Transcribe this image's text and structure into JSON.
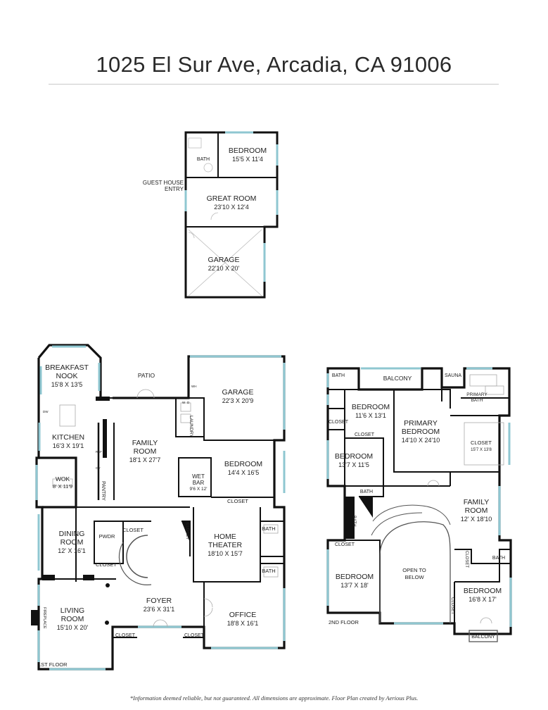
{
  "title": "1025 El Sur Ave, Arcadia, CA 91006",
  "footer": "*Information deemed reliable, but not guaranteed. All dimensions are approximate. Floor Plan created by Aerious Plus.",
  "colors": {
    "wall": "#111111",
    "window": "#8fc7d1",
    "rule": "#c9c9c9"
  },
  "guest_house": {
    "bath": "BATH",
    "bedroom": {
      "name": "BEDROOM",
      "dim": "15'5 X 11'4"
    },
    "entry": [
      "GUEST HOUSE",
      "ENTRY"
    ],
    "great_room": {
      "name": "GREAT ROOM",
      "dim": "23'10 X 12'4"
    },
    "garage": {
      "name": "GARAGE",
      "dim": "22'10 X 20'"
    }
  },
  "first_floor": {
    "label": "1ST FLOOR",
    "breakfast": {
      "name1": "BREAKFAST",
      "name2": "NOOK",
      "dim": "15'8 X 13'5"
    },
    "patio": "PATIO",
    "garage": {
      "name": "GARAGE",
      "dim": "22'3 X 20'9"
    },
    "kitchen": {
      "name": "KITCHEN",
      "dim": "16'3 X 19'1"
    },
    "family": {
      "name1": "FAMILY",
      "name2": "ROOM",
      "dim": "18'1 X 27'7"
    },
    "laundry": "LAUNDRY",
    "bedroom": {
      "name": "BEDROOM",
      "dim": "14'4 X 16'5"
    },
    "wok": {
      "name": "WOK",
      "dim": "8' X 11'9"
    },
    "pantry": "PANTRY",
    "wetbar": {
      "name1": "WET",
      "name2": "BAR",
      "dim": "9'6 X 12'"
    },
    "closet": "CLOSET",
    "dining": {
      "name1": "DINING",
      "name2": "ROOM",
      "dim": "12' X 16'1"
    },
    "pwdr": "PWDR",
    "home_theater": {
      "name1": "HOME",
      "name2": "THEATER",
      "dim": "18'10 X 15'7"
    },
    "bath": "BATH",
    "foyer": {
      "name": "FOYER",
      "dim": "23'6 X 31'1"
    },
    "office": {
      "name": "OFFICE",
      "dim": "18'8 X 16'1"
    },
    "living": {
      "name1": "LIVING",
      "name2": "ROOM",
      "dim": "15'10 X 20'"
    },
    "fireplace": "FIREPLACE",
    "small": {
      "dw": "DW",
      "ref": "REF",
      "ov": "OV",
      "w": "W",
      "d": "D",
      "wh": "WH"
    }
  },
  "second_floor": {
    "label": "2ND FLOOR",
    "bath": "BATH",
    "balcony": "BALCONY",
    "sauna": "SAUNA",
    "primary_bath": {
      "name1": "PRIMARY",
      "name2": "BATH"
    },
    "bedroom1": {
      "name": "BEDROOM",
      "dim": "11'6 X 13'1"
    },
    "primary_bedroom": {
      "name1": "PRIMARY",
      "name2": "BEDROOM",
      "dim": "14'10 X 24'10"
    },
    "closet": "CLOSET",
    "closet_big": {
      "name": "CLOSET",
      "dim": "15'7 X 13'8"
    },
    "bedroom2": {
      "name": "BEDROOM",
      "dim": "13'7 X 11'5"
    },
    "family": {
      "name1": "FAMILY",
      "name2": "ROOM",
      "dim": "12' X 18'10"
    },
    "open_below": {
      "l1": "OPEN TO",
      "l2": "BELOW"
    },
    "bedroom3": {
      "name": "BEDROOM",
      "dim": "13'7 X 18'"
    },
    "bedroom4": {
      "name": "BEDROOM",
      "dim": "16'8 X 17'"
    }
  }
}
